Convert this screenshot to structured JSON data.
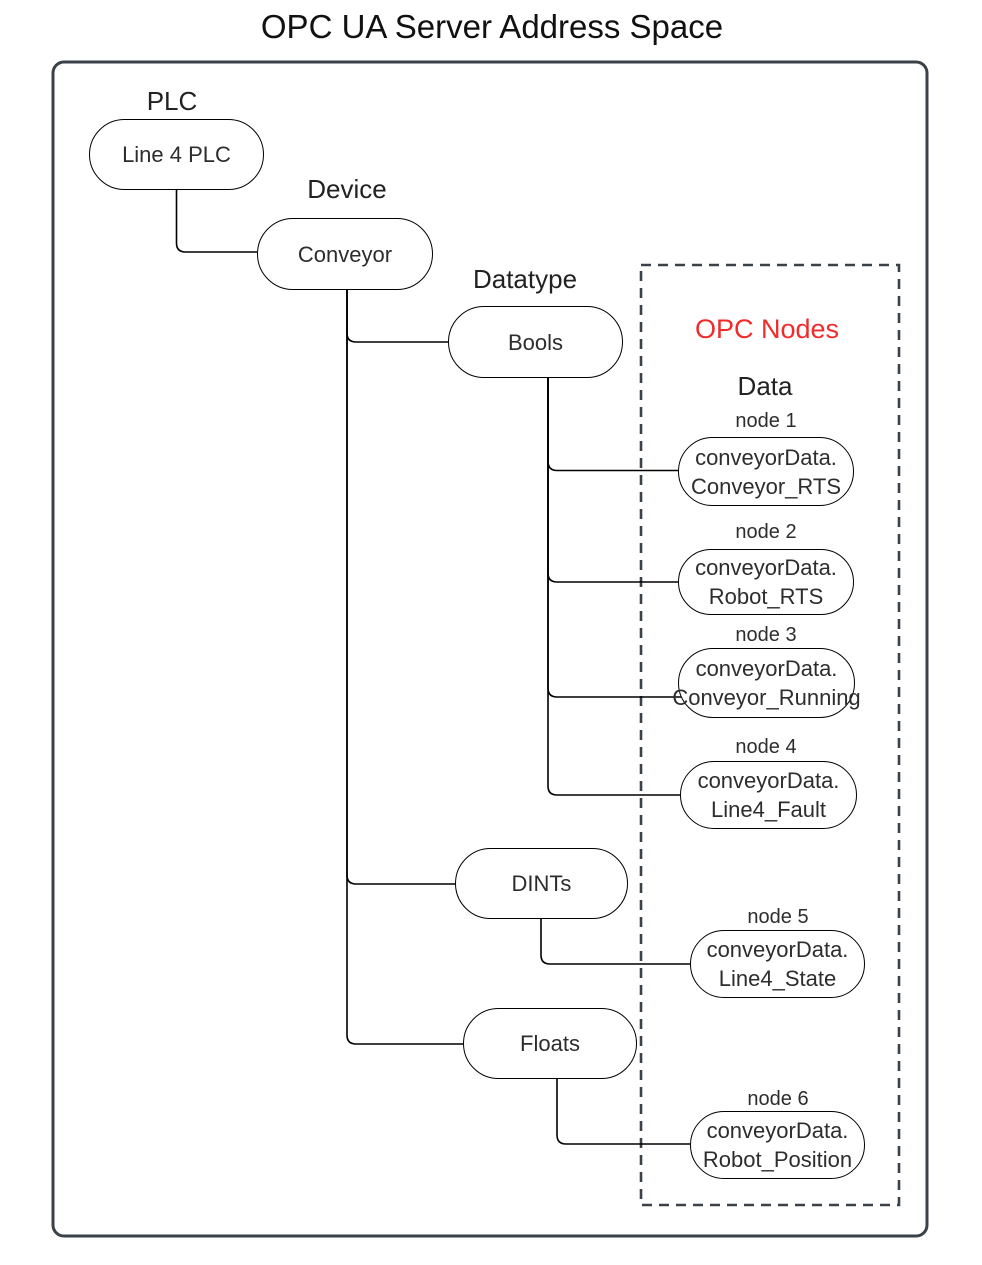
{
  "title": "OPC UA Server Address Space",
  "colors": {
    "frame": "#3b4149",
    "opc_heading_red": "#f02b2b",
    "node_border": "#000000",
    "text": "#2d2d2d"
  },
  "tree": {
    "plc_label": "PLC",
    "plc_node": "Line 4 PLC",
    "device_label": "Device",
    "device_node": "Conveyor",
    "datatype_label": "Datatype",
    "datatype_nodes": {
      "bools": "Bools",
      "dints": "DINTs",
      "floats": "Floats"
    }
  },
  "opc_panel": {
    "heading": "OPC Nodes",
    "subheading": "Data",
    "nodes": [
      {
        "caption": "node 1",
        "label": "conveyorData.\nConveyor_RTS"
      },
      {
        "caption": "node 2",
        "label": "conveyorData.\nRobot_RTS"
      },
      {
        "caption": "node 3",
        "label": "conveyorData.\nConveyor_Running"
      },
      {
        "caption": "node 4",
        "label": "conveyorData.\nLine4_Fault"
      },
      {
        "caption": "node 5",
        "label": "conveyorData.\nLine4_State"
      },
      {
        "caption": "node 6",
        "label": "conveyorData.\nRobot_Position"
      }
    ]
  }
}
